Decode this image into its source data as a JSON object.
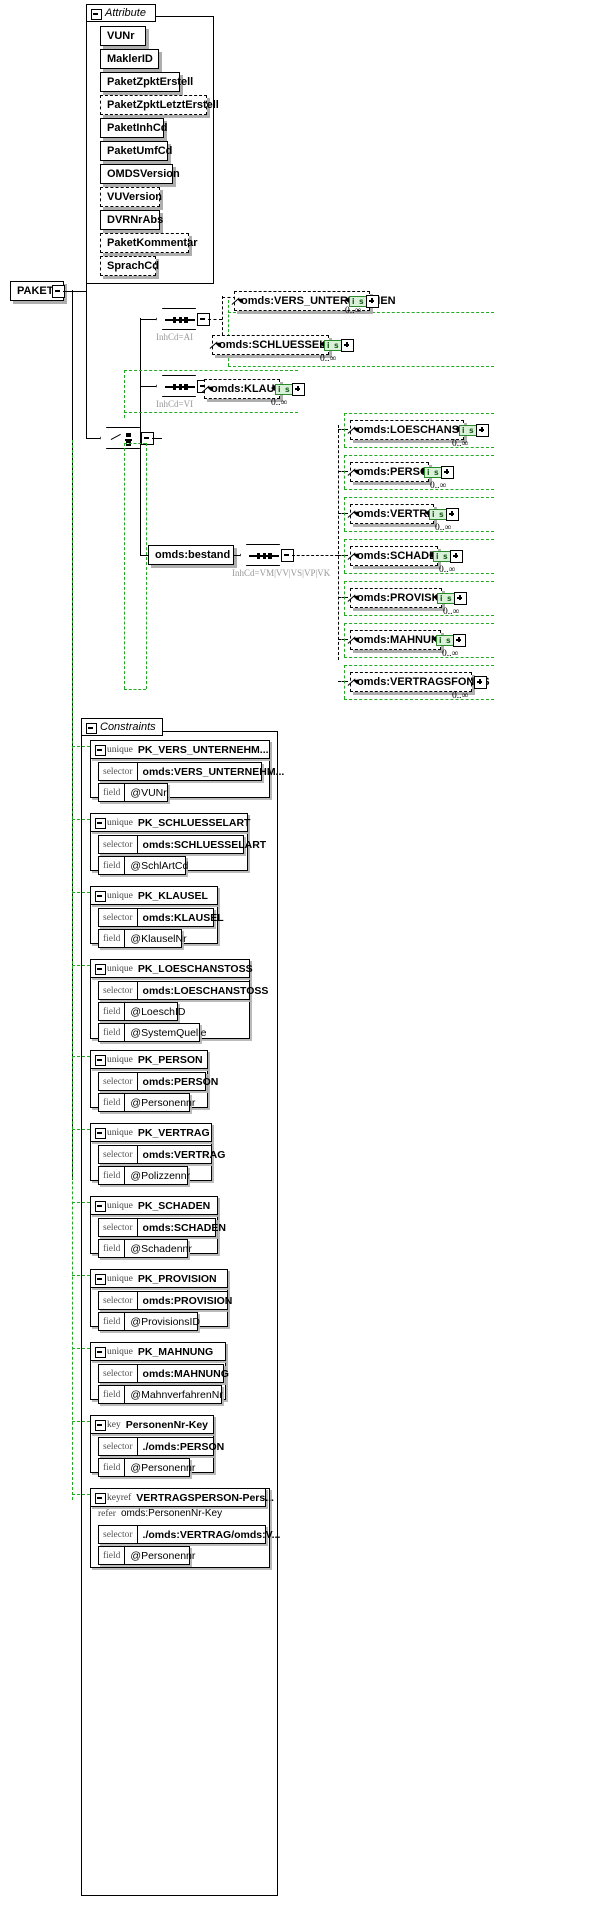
{
  "root": {
    "label": "PAKET"
  },
  "attribute_group": {
    "title": "Attribute",
    "items": [
      {
        "label": "VUNr",
        "optional": false
      },
      {
        "label": "MaklerID",
        "optional": false
      },
      {
        "label": "PaketZpktErstell",
        "optional": false
      },
      {
        "label": "PaketZpktLetztErstell",
        "optional": true
      },
      {
        "label": "PaketInhCd",
        "optional": false
      },
      {
        "label": "PaketUmfCd",
        "optional": false
      },
      {
        "label": "OMDSVersion",
        "optional": false
      },
      {
        "label": "VUVersion",
        "optional": true
      },
      {
        "label": "DVRNrAbs",
        "optional": false
      },
      {
        "label": "PaketKommentar",
        "optional": true
      },
      {
        "label": "SprachCd",
        "optional": true
      }
    ]
  },
  "compositors": {
    "choice_main": {
      "kind": "choice",
      "annotation": ""
    },
    "seq_ai": {
      "kind": "sequence",
      "annotation": "InhCd=AI"
    },
    "seq_vi": {
      "kind": "sequence",
      "annotation": "InhCd=VI"
    },
    "seq_bestand": {
      "kind": "sequence",
      "annotation": "InhCd=VM|VV|VS|VP|VK"
    }
  },
  "elements": [
    {
      "label": "omds:VERS_UNTERNEHMEN",
      "badge": "i s",
      "cardinality": "0..∞",
      "expander": "plus"
    },
    {
      "label": "omds:SCHLUESSELART",
      "badge": "i s",
      "cardinality": "0..∞",
      "expander": "plus"
    },
    {
      "label": "omds:KLAUSEL",
      "badge": "i s",
      "cardinality": "0..∞",
      "expander": "plus"
    },
    {
      "label": "omds:bestand",
      "badge": "",
      "cardinality": "",
      "expander": "none"
    },
    {
      "label": "omds:LOESCHANSTOSS",
      "badge": "i s",
      "cardinality": "0..∞",
      "expander": "plus"
    },
    {
      "label": "omds:PERSON",
      "badge": "i s",
      "cardinality": "0..∞",
      "expander": "plus"
    },
    {
      "label": "omds:VERTRAG",
      "badge": "i s",
      "cardinality": "0..∞",
      "expander": "plus"
    },
    {
      "label": "omds:SCHADEN",
      "badge": "i s",
      "cardinality": "0..∞",
      "expander": "plus"
    },
    {
      "label": "omds:PROVISION",
      "badge": "i s",
      "cardinality": "0..∞",
      "expander": "plus"
    },
    {
      "label": "omds:MAHNUNG",
      "badge": "i s",
      "cardinality": "0..∞",
      "expander": "plus"
    },
    {
      "label": "omds:VERTRAGSFONDS",
      "badge": "",
      "cardinality": "0..∞",
      "expander": "plus"
    }
  ],
  "constraints_group": {
    "title": "Constraints",
    "items": [
      {
        "kind": "unique",
        "name": "PK_VERS_UNTERNEHM...",
        "selector": "omds:VERS_UNTERNEHM...",
        "fields": [
          "@VUNr"
        ]
      },
      {
        "kind": "unique",
        "name": "PK_SCHLUESSELART",
        "selector": "omds:SCHLUESSELART",
        "fields": [
          "@SchlArtCd"
        ]
      },
      {
        "kind": "unique",
        "name": "PK_KLAUSEL",
        "selector": "omds:KLAUSEL",
        "fields": [
          "@KlauselNr"
        ]
      },
      {
        "kind": "unique",
        "name": "PK_LOESCHANSTOSS",
        "selector": "omds:LOESCHANSTOSS",
        "fields": [
          "@LoeschID",
          "@SystemQuelle"
        ]
      },
      {
        "kind": "unique",
        "name": "PK_PERSON",
        "selector": "omds:PERSON",
        "fields": [
          "@Personennr"
        ]
      },
      {
        "kind": "unique",
        "name": "PK_VERTRAG",
        "selector": "omds:VERTRAG",
        "fields": [
          "@Polizzennr"
        ]
      },
      {
        "kind": "unique",
        "name": "PK_SCHADEN",
        "selector": "omds:SCHADEN",
        "fields": [
          "@Schadennr"
        ]
      },
      {
        "kind": "unique",
        "name": "PK_PROVISION",
        "selector": "omds:PROVISION",
        "fields": [
          "@ProvisionsID"
        ]
      },
      {
        "kind": "unique",
        "name": "PK_MAHNUNG",
        "selector": "omds:MAHNUNG",
        "fields": [
          "@MahnverfahrenNr"
        ]
      },
      {
        "kind": "key",
        "name": "PersonenNr-Key",
        "selector": "./omds:PERSON",
        "fields": [
          "@Personennr"
        ]
      },
      {
        "kind": "keyref",
        "name": "VERTRAGSPERSON-Pers...",
        "refer_label": "refer",
        "refer": "omds:PersonenNr-Key",
        "selector": "./omds:VERTRAG/omds:V...",
        "fields": [
          "@Personennr"
        ]
      }
    ],
    "labels": {
      "selector": "selector",
      "field": "field"
    }
  },
  "colors": {
    "badge_border": "#2a8a2a",
    "badge_fill": "#d9f0d9",
    "green_dash": "#22aa22",
    "shadow": "#aaaaaa"
  }
}
